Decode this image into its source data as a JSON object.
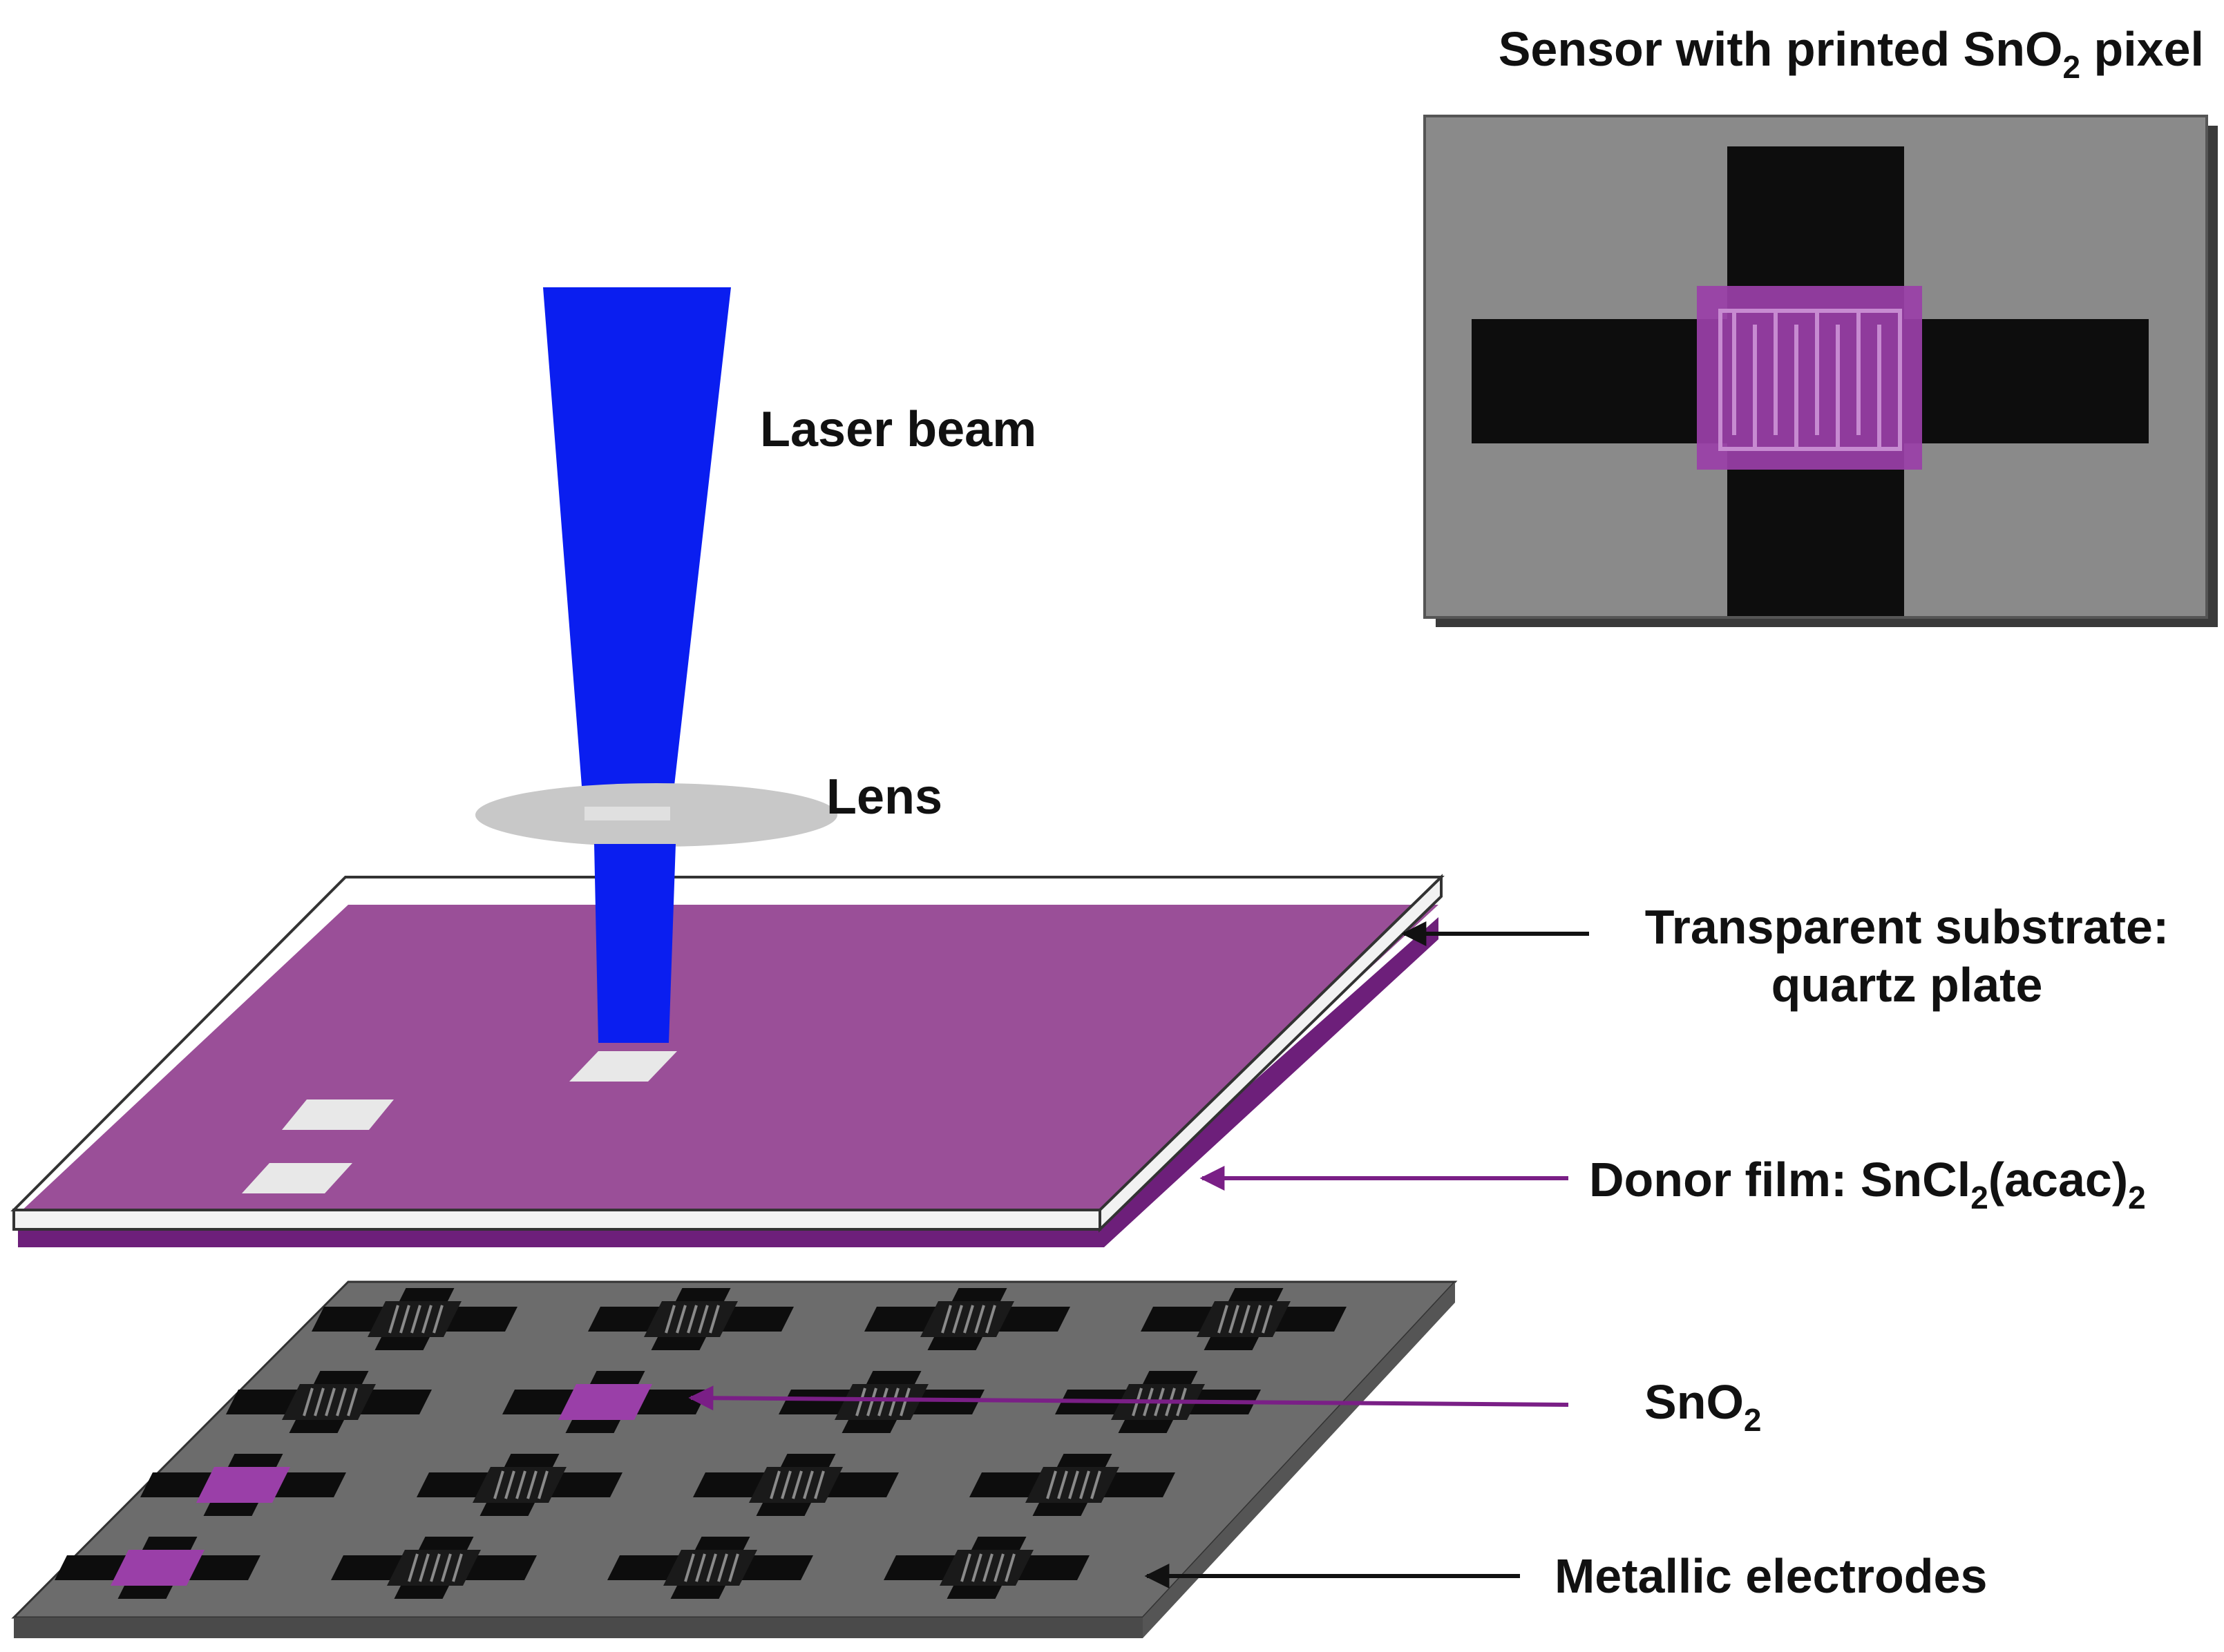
{
  "labels": {
    "inset_title_pre": "Sensor with printed SnO",
    "inset_title_sub": "2",
    "inset_title_post": " pixel",
    "laser_beam": "Laser beam",
    "lens": "Lens",
    "substrate_line1": "Transparent substrate:",
    "substrate_line2": "quartz plate",
    "donor_pre": "Donor film: SnCl",
    "donor_sub1": "2",
    "donor_mid": "(acac)",
    "donor_sub2": "2",
    "sno2_pre": "SnO",
    "sno2_sub": "2",
    "electrodes": "Metallic electrodes"
  },
  "colors": {
    "beam": "#0a1ef0",
    "donor": "#9a4f98",
    "donor_edge": "#6d1f7a",
    "sno2": "#9a3fa8",
    "plate": "#6c6c6c",
    "inset_bg": "#888888",
    "electrode": "#0d0d0d",
    "lens": "#c8c8c8",
    "pixel_white": "#e8e8e8"
  }
}
